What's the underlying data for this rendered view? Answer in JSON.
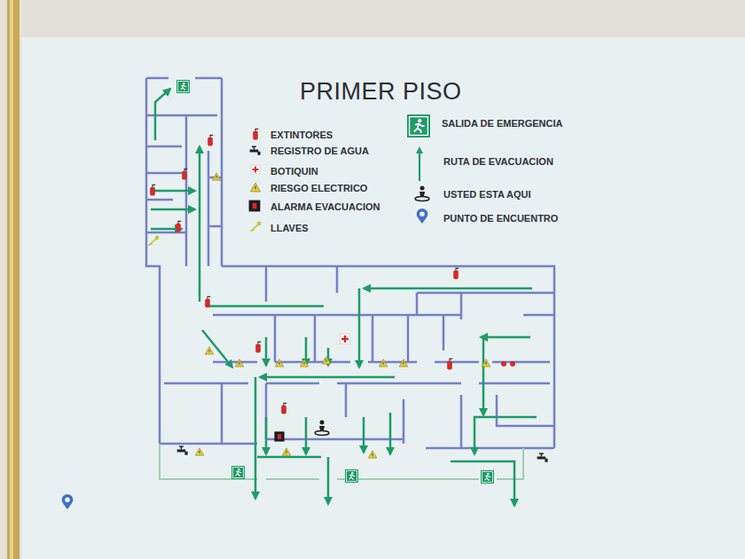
{
  "diagram": {
    "title": "PRIMER PISO",
    "legend": [
      {
        "text": "EXTINTORES"
      },
      {
        "text": "REGISTRO DE AGUA"
      },
      {
        "text": "BOTIQUIN"
      },
      {
        "text": "RIESGO ELECTRICO"
      },
      {
        "text": "ALARMA EVACUACION"
      },
      {
        "text": "LLAVES"
      },
      {
        "text": "SALIDA DE EMERGENCIA"
      },
      {
        "text": "RUTA DE EVACUACION"
      },
      {
        "text": "USTED ESTA AQUI"
      },
      {
        "text": "PUNTO DE ENCUENTRO"
      }
    ]
  }
}
